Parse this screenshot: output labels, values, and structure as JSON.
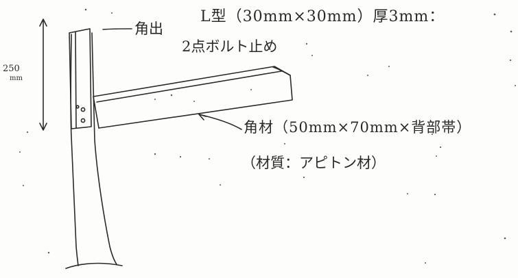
{
  "labels": {
    "l_angle": "L型（30mm×30mm）厚3mm：",
    "bolt": "2点ボルト止め",
    "corner": "角出",
    "kakuzai": "角材（50mm×70mm×背部帯）",
    "material": "（材質：アピトン材）",
    "dimension_value": "250",
    "dimension_unit": "mm"
  },
  "colors": {
    "ink": "#2a2a2a",
    "paper": "#fdfdfb"
  }
}
